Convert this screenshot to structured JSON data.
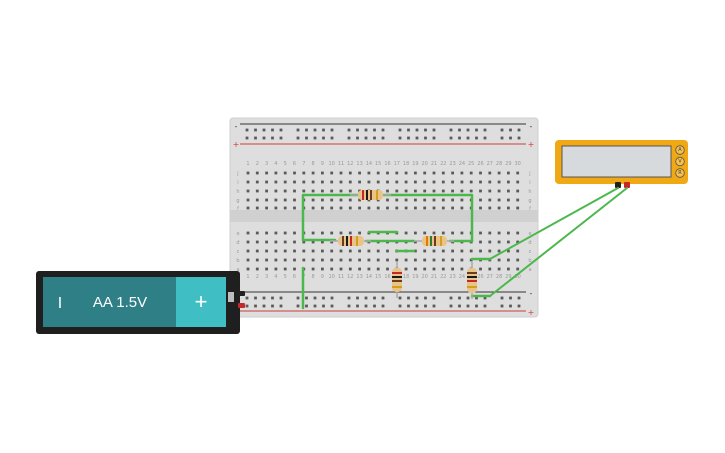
{
  "battery": {
    "label": "AA 1.5V",
    "minus_symbol": "I",
    "plus_symbol": "+"
  },
  "breadboard": {
    "columns": 30,
    "rail_minus": "-",
    "rail_plus": "+",
    "rows_top": [
      "j",
      "i",
      "h",
      "g",
      "f"
    ],
    "rows_bottom": [
      "e",
      "d",
      "c",
      "b",
      "a"
    ]
  },
  "multimeter": {
    "modes": [
      "A",
      "V",
      "R"
    ]
  },
  "resistors": [
    {
      "name": "resistor-top",
      "bands": [
        "#c62828",
        "#1a1a1a",
        "#6d3b1e",
        "#d4a017"
      ]
    },
    {
      "name": "resistor-middle-left",
      "bands": [
        "#6d3b1e",
        "#1a1a1a",
        "#c62828",
        "#d4a017"
      ]
    },
    {
      "name": "resistor-middle-right",
      "bands": [
        "#e07b00",
        "#2e7d32",
        "#6d3b1e",
        "#d4a017"
      ]
    },
    {
      "name": "resistor-vertical-left",
      "bands": [
        "#c62828",
        "#1a1a1a",
        "#6d3b1e",
        "#d4a017"
      ]
    },
    {
      "name": "resistor-vertical-right",
      "bands": [
        "#6d3b1e",
        "#1a1a1a",
        "#c62828",
        "#d4a017"
      ]
    }
  ],
  "colors": {
    "wire": "#4cb84c",
    "battery_body": "#2e8086",
    "battery_plus": "#3fbfc4",
    "multimeter_body": "#f0a814",
    "rail_red": "#d23c3c",
    "rail_black": "#333333"
  }
}
